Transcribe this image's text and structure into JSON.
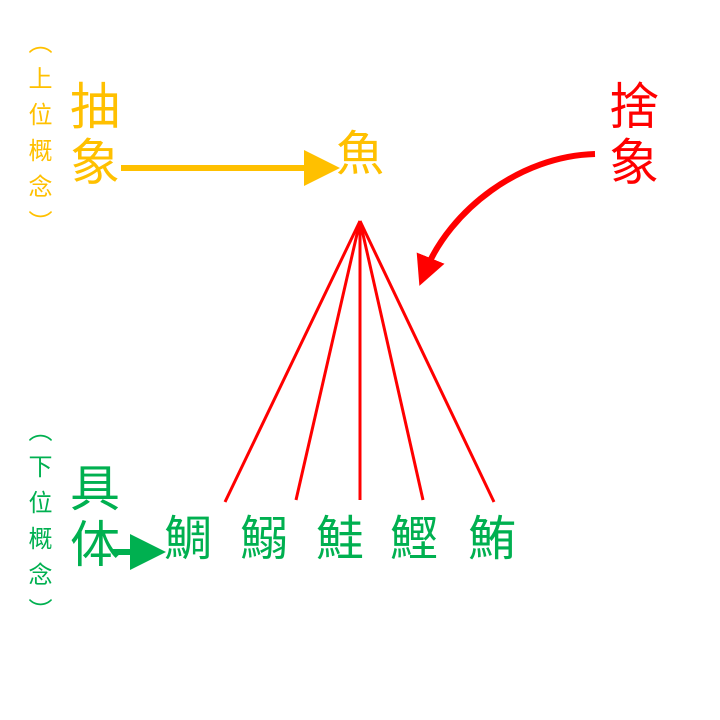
{
  "colors": {
    "upper": "#FFC000",
    "abstraction_arrow": "#FFC000",
    "discard": "#FF0000",
    "lines": "#FF0000",
    "lower": "#00B050"
  },
  "upper": {
    "note": "（上位概念）",
    "label": "抽象",
    "node": "魚"
  },
  "discard": {
    "label": "捨象"
  },
  "lower": {
    "note": "（下位概念）",
    "label": "具体",
    "nodes": [
      "鯛",
      "鰯",
      "鮭",
      "鰹",
      "鮪"
    ]
  }
}
